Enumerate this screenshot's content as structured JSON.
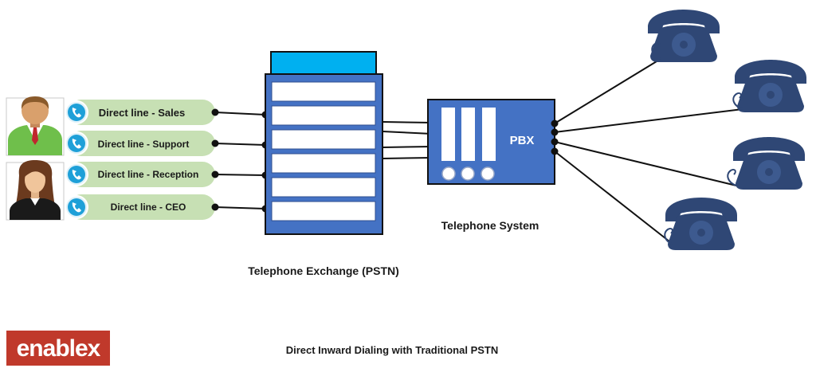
{
  "direct_lines": [
    {
      "label": "Direct line - Sales"
    },
    {
      "label": "Direct line - Support"
    },
    {
      "label": "Direct line - Reception"
    },
    {
      "label": "Direct line - CEO"
    }
  ],
  "exchange": {
    "label": "Telephone Exchange (PSTN)"
  },
  "pbx": {
    "label": "PBX",
    "system_label": "Telephone System"
  },
  "caption": "Direct Inward Dialing with Traditional PSTN",
  "logo": {
    "text": "enablex"
  },
  "icons": {
    "phone_badge": "phone-icon",
    "person_male": "male-user-icon",
    "person_female": "female-user-icon",
    "handset": "telephone-icon"
  },
  "colors": {
    "blue": "#4472c4",
    "cyan": "#00b0f0",
    "label_green": "#c7e0b4",
    "phone_navy": "#2f4775",
    "logo_red": "#c0392b"
  }
}
